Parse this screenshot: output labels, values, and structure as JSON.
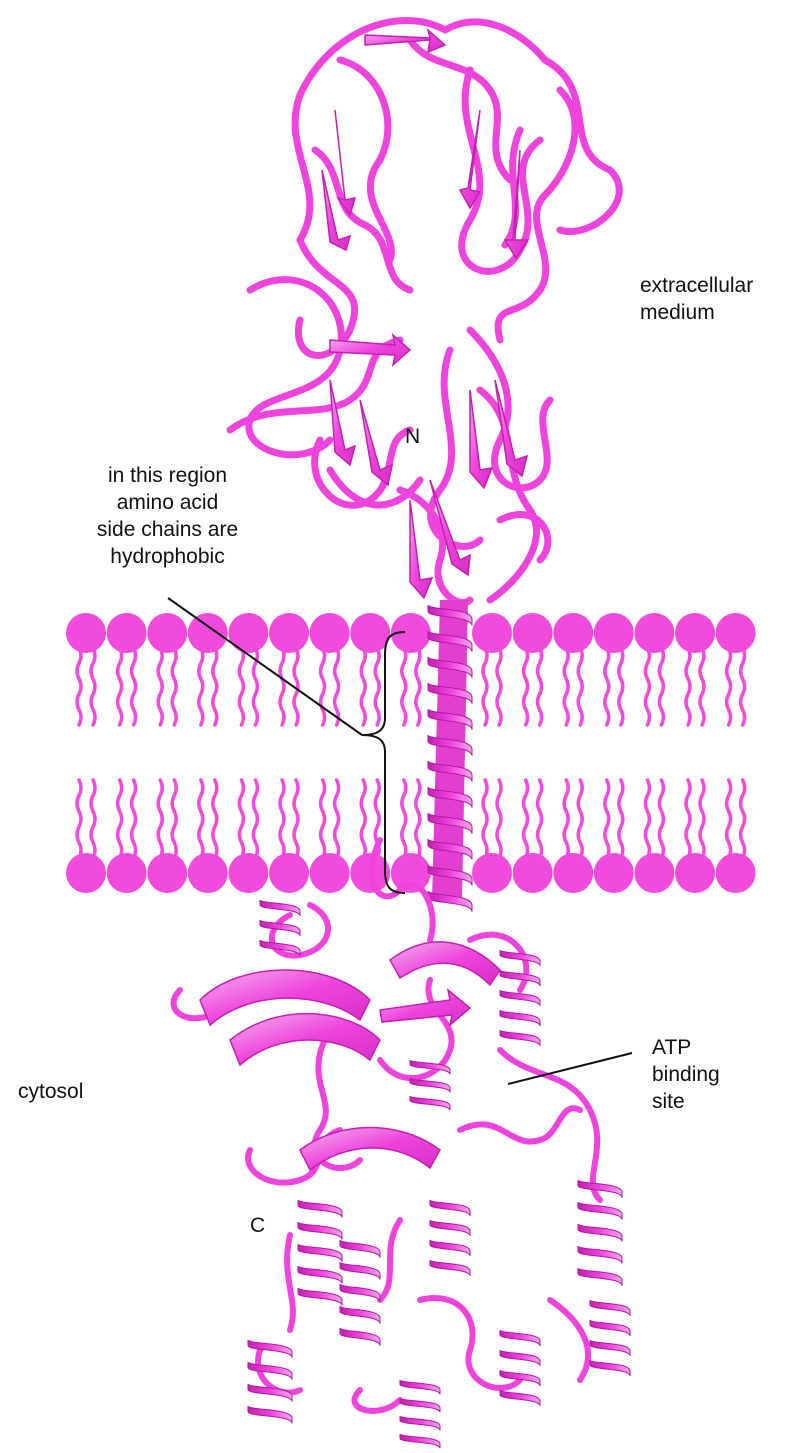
{
  "labels": {
    "extracellular": [
      "extracellular",
      "medium"
    ],
    "hydrophobic": [
      "in this region",
      "amino acid",
      "side chains are",
      "hydrophobic"
    ],
    "atp_site": [
      "ATP",
      "binding",
      "site"
    ],
    "cytosol": "cytosol",
    "n_terminus": "N",
    "c_terminus": "C"
  },
  "colors": {
    "protein": "#ee44dd",
    "protein_light": "#f6a8ee",
    "membrane": "#f04bdc",
    "line": "#111111",
    "background": "#ffffff"
  },
  "membrane": {
    "heads_per_leaflet": 17
  }
}
